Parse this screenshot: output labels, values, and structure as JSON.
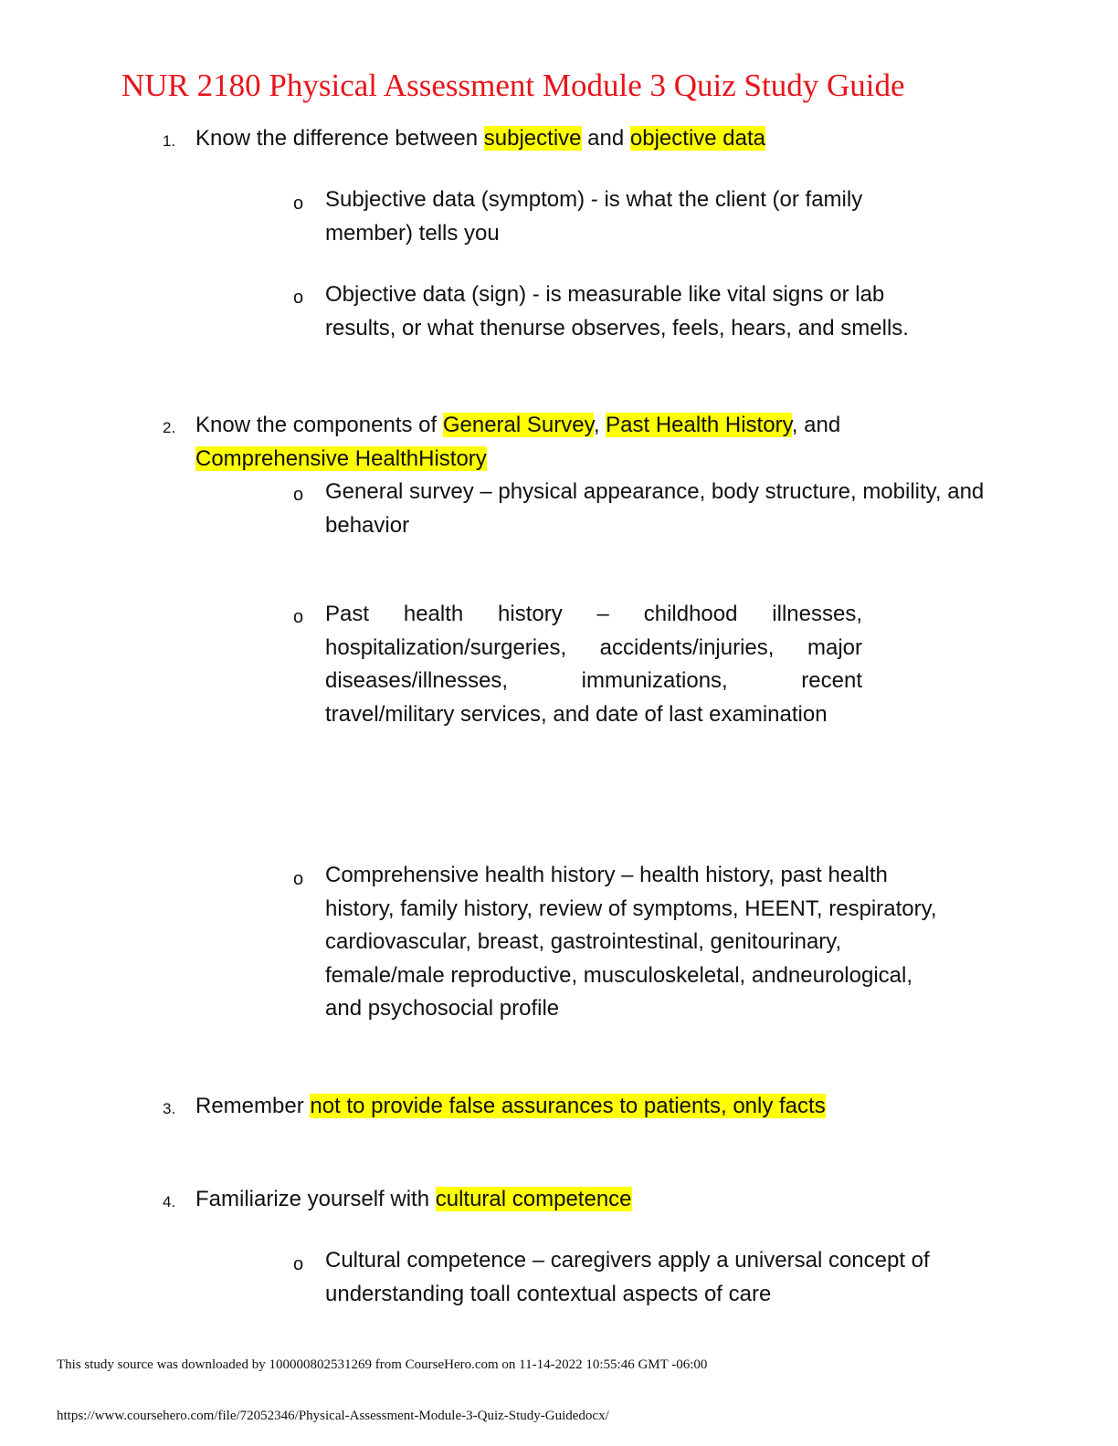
{
  "title": "NUR 2180 Physical Assessment Module 3 Quiz Study Guide",
  "items": [
    {
      "number": "1.",
      "text_a": "Know the difference between ",
      "hl_a": "subjective",
      "text_b": " and ",
      "hl_b": "objective data",
      "subs": [
        "Subjective data (symptom) -  is what the client (or family member) tells you",
        "Objective data (sign) - is measurable like vital signs or lab results, or what thenurse observes, feels, hears, and smells."
      ]
    },
    {
      "number": "2.",
      "text_a": "Know the components of ",
      "hl_a": "General Survey",
      "text_b": ", ",
      "hl_b": "Past Health History",
      "text_c": ", and",
      "hl_c": "Comprehensive HealthHistory",
      "subs": [
        "General survey – physical appearance, body structure, mobility, and behavior",
        "Past health history – childhood illnesses, hospitalization/surgeries, accidents/injuries, major diseases/illnesses, immunizations, recent travel/military services, and date of last examination",
        "Comprehensive health history – health history, past health history, family history, review of symptoms, HEENT, respiratory, cardiovascular, breast, gastrointestinal, genitourinary, female/male reproductive, musculoskeletal, andneurological, and psychosocial profile"
      ]
    },
    {
      "number": "3.",
      "text_a": "Remember ",
      "hl_a": "not to provide false assurances to patients, only facts"
    },
    {
      "number": "4.",
      "text_a": "Familiarize yourself with ",
      "hl_a": "cultural competence",
      "subs": [
        "Cultural competence – caregivers apply a universal concept of understanding toall contextual aspects of care"
      ]
    }
  ],
  "bullet_glyph": "o",
  "footer": {
    "source": "This study source was downloaded by 100000802531269 from CourseHero.com on 11-14-2022 10:55:46 GMT -06:00",
    "url": "https://www.coursehero.com/file/72052346/Physical-Assessment-Module-3-Quiz-Study-Guidedocx/"
  },
  "colors": {
    "title": "#e8141b",
    "highlight": "#ffff00"
  }
}
